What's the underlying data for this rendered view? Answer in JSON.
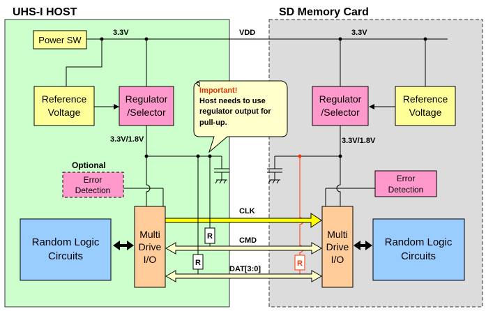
{
  "host": {
    "title": "UHS-I HOST",
    "power_sw": "Power SW",
    "voltage_top": "3.3V",
    "reference_voltage": [
      "Reference",
      "Voltage"
    ],
    "regulator": [
      "Regulator",
      "/Selector"
    ],
    "reg_out": "3.3V/1.8V",
    "optional": "Optional",
    "error_detection": [
      "Error",
      "Detection"
    ],
    "random_logic": [
      "Random Logic",
      "Circuits"
    ],
    "multi_drive": [
      "Multi",
      "Drive",
      "I/O"
    ],
    "resistor": "R"
  },
  "card": {
    "title": "SD Memory Card",
    "voltage_top": "3.3V",
    "reference_voltage": [
      "Reference",
      "Voltage"
    ],
    "regulator": [
      "Regulator",
      "/Selector"
    ],
    "reg_out": "3.3V/1.8V",
    "error_detection": [
      "Error",
      "Detection"
    ],
    "random_logic": [
      "Random Logic",
      "Circuits"
    ],
    "multi_drive": [
      "Multi",
      "Drive",
      "I/O"
    ],
    "resistor": "R"
  },
  "bus": {
    "vdd": "VDD",
    "clk": "CLK",
    "cmd": "CMD",
    "dat": "DAT[3:0]"
  },
  "callout": {
    "important": "Important!",
    "lines": [
      "Host needs to use",
      "regulator output for",
      "pull-up."
    ]
  },
  "colors": {
    "host_bg": "#ccffcc",
    "card_bg": "#dcdcdc",
    "yellow_block": "#ffff99",
    "pink_block": "#ff99cc",
    "blue_block": "#99ccff",
    "io_block": "#ffcc99",
    "clk_arrow": "#ffff00",
    "bus_arrow": "#ffffcc",
    "red_wire": "#ff3300"
  }
}
